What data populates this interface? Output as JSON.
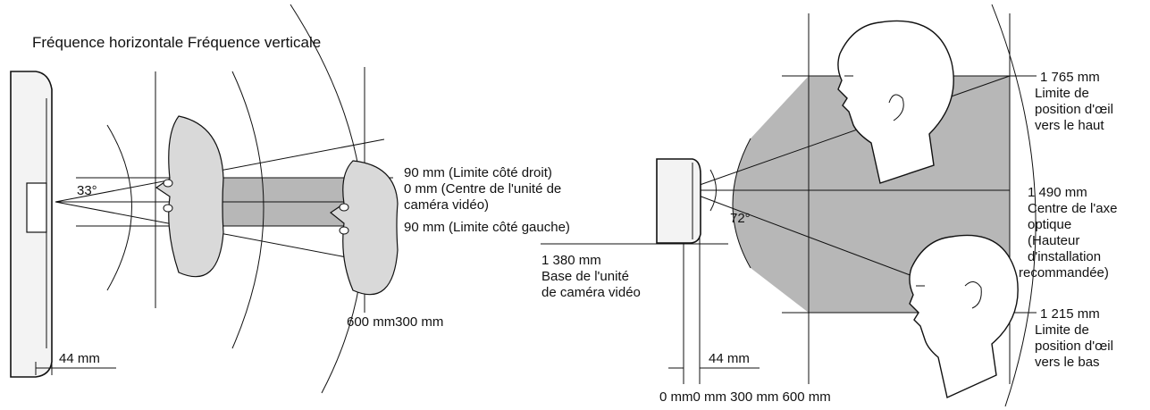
{
  "left_view": {
    "title": "Fréquence horizontale Fréquence verticale",
    "angle_label": "33°",
    "limit_right": "90 mm (Limite côté droit)",
    "center_line1": "0 mm (Centre de l'unité de",
    "center_line2": "caméra vidéo)",
    "limit_left": "90 mm (Limite côté gauche)",
    "distance_label": "600 mm300 mm",
    "offset_label": "44 mm"
  },
  "right_view": {
    "angle_label": "72°",
    "top_value": "1 765 mm",
    "top_desc1": "Limite de",
    "top_desc2": "position d'œil",
    "top_desc3": "vers le haut",
    "center_value": "1 490 mm",
    "center_desc1": "Centre de l'axe",
    "center_desc2": "optique",
    "center_desc3": "(Hauteur",
    "center_desc4": "d'installation",
    "center_desc5": "recommandée)",
    "bottom_value": "1 215 mm",
    "bottom_desc1": "Limite de",
    "bottom_desc2": "position d'œil",
    "bottom_desc3": "vers le bas",
    "base_value": "1 380 mm",
    "base_desc1": "Base de l'unité",
    "base_desc2": "de caméra vidéo",
    "offset_label": "44 mm",
    "distance_label": "0 mm0 mm 300 mm 600 mm"
  }
}
